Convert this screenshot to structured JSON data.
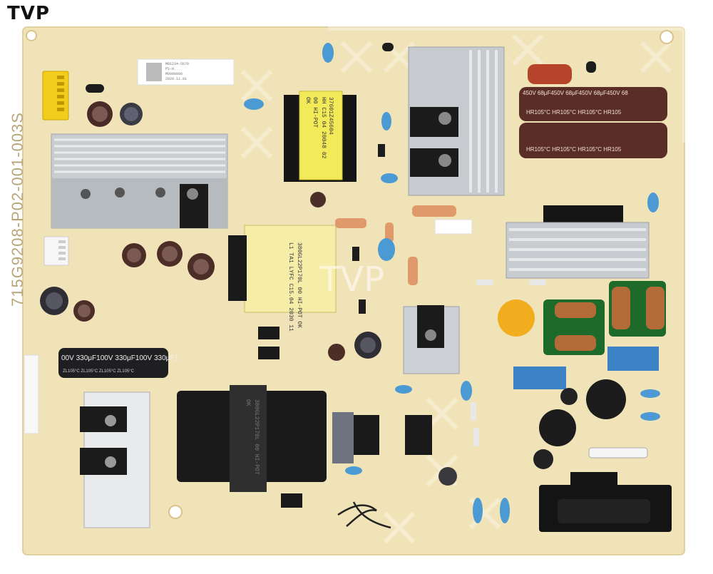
{
  "logo": {
    "text": "TVP"
  },
  "silkscreen": {
    "part_number": "715G9208-P02-001-003S"
  },
  "transformers": {
    "t1_lines": [
      "37601Z45604",
      "HH C15 04 20048 02",
      "00 HI-POT",
      "OK"
    ],
    "t2_lines": [
      "380GL22P170L 00 HI-POT OK",
      "L1 TA1 LYFC C15.04 2030 11"
    ],
    "t3_lines": [
      "380GL22P170L 00 HI-POT",
      "OK"
    ]
  },
  "capacitors": {
    "big_cap_label": "450V 68μF450V 68μF450V 68μF450V 68",
    "big_cap_temp": "HR105°C  HR105°C  HR105°C  HR105",
    "row_cap_label": "00V 330μF100V 330μF100V 330μF1",
    "row_cap_temp": "ZL105°C  ZL105°C  ZL105°C  ZL105°C"
  },
  "watermark": {
    "text": "TVP"
  },
  "sticker": {
    "lines": [
      "MB1234-5678",
      "PS-N",
      "M0000000",
      "2020.11.01"
    ]
  }
}
